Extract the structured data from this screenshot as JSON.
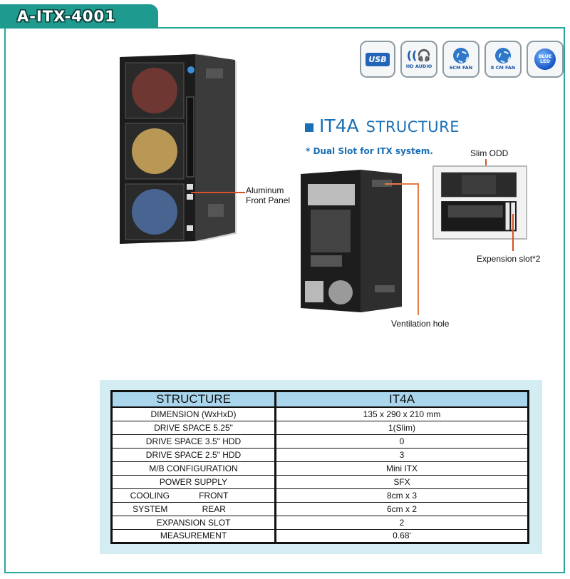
{
  "title": "A-ITX-4001",
  "feature_icons": [
    {
      "name": "usb-icon",
      "label": "USB"
    },
    {
      "name": "hd-audio-icon",
      "label": "HD AUDIO"
    },
    {
      "name": "fan-6cm-icon",
      "label": "6CM FAN"
    },
    {
      "name": "fan-8cm-icon",
      "label": "8 CM FAN"
    },
    {
      "name": "blue-led-icon",
      "label": "BLUE LED"
    }
  ],
  "structure_heading": {
    "model": "IT4A",
    "word": "STRUCTURE"
  },
  "dual_slot_note": "* Dual Slot for ITX system.",
  "callouts": {
    "aluminum_front_panel_line1": "Aluminum",
    "aluminum_front_panel_line2": "Front Panel",
    "slim_odd": "Slim ODD",
    "expansion_slot": "Expension slot*2",
    "ventilation_hole": "Ventilation hole"
  },
  "spec_table": {
    "headers": [
      "STRUCTURE",
      "IT4A"
    ],
    "rows": [
      {
        "label": "DIMENSION (WxHxD)",
        "value": "135 x 290 x 210 mm"
      },
      {
        "label": "DRIVE SPACE 5.25\"",
        "value": "1(Slim)"
      },
      {
        "label": "DRIVE SPACE 3.5\" HDD",
        "value": "0"
      },
      {
        "label": "DRIVE SPACE 2.5\" HDD",
        "value": "3"
      },
      {
        "label": "M/B CONFIGURATION",
        "value": "Mini ITX"
      },
      {
        "label": "POWER SUPPLY",
        "value": "SFX"
      },
      {
        "label_a": "COOLING",
        "label_b": "FRONT",
        "value": "8cm x 3"
      },
      {
        "label_a": "SYSTEM",
        "label_b": "REAR",
        "value": "6cm x 2"
      },
      {
        "label": "EXPANSION SLOT",
        "value": "2"
      },
      {
        "label": "MEASUREMENT",
        "value": "0.68'"
      }
    ]
  },
  "colors": {
    "brand_teal": "#1f9a8e",
    "accent_blue": "#1a6fb5",
    "callout_line": "#d55324",
    "table_header": "#a9d6ec",
    "table_panel": "#d3edf3"
  }
}
